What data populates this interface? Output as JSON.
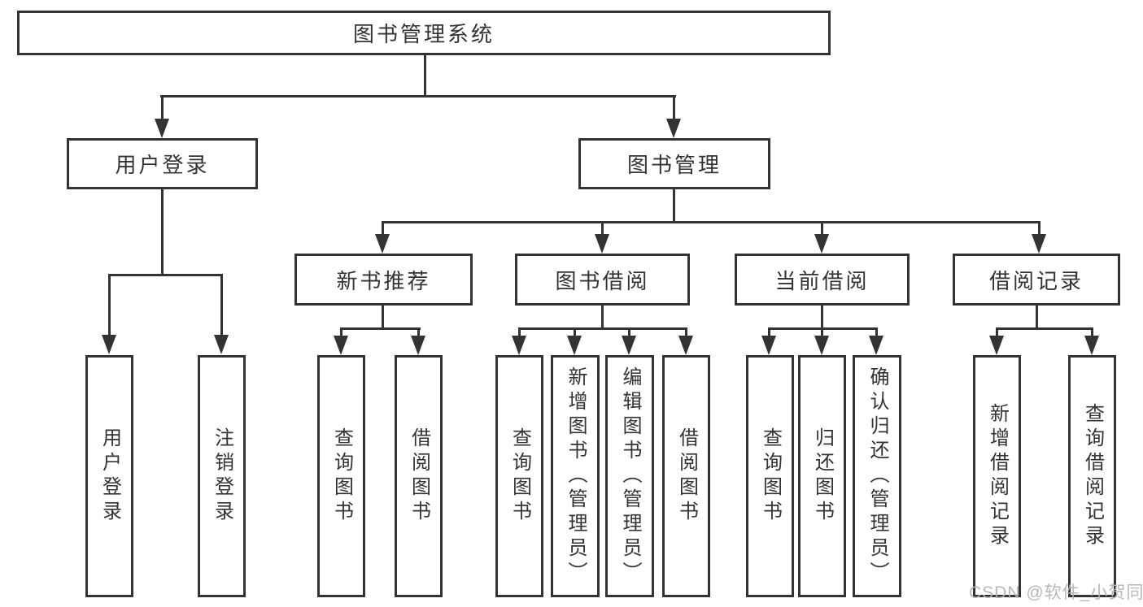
{
  "diagram": {
    "type": "tree",
    "root": {
      "label": "图书管理系统",
      "children": [
        {
          "label": "用户登录",
          "children": [
            {
              "label": "用户登录"
            },
            {
              "label": "注销登录"
            }
          ]
        },
        {
          "label": "图书管理",
          "children": [
            {
              "label": "新书推荐",
              "children": [
                {
                  "label": "查询图书"
                },
                {
                  "label": "借阅图书"
                }
              ]
            },
            {
              "label": "图书借阅",
              "children": [
                {
                  "label": "查询图书"
                },
                {
                  "label": "新增图书（管理员）"
                },
                {
                  "label": "编辑图书（管理员）"
                },
                {
                  "label": "借阅图书"
                }
              ]
            },
            {
              "label": "当前借阅",
              "children": [
                {
                  "label": "查询图书"
                },
                {
                  "label": "归还图书"
                },
                {
                  "label": "确认归还（管理员）"
                }
              ]
            },
            {
              "label": "借阅记录",
              "children": [
                {
                  "label": "新增借阅记录"
                },
                {
                  "label": "查询借阅记录"
                }
              ]
            }
          ]
        }
      ]
    }
  },
  "watermark": {
    "text": "CSDN @软件_小贺同学"
  },
  "colors": {
    "line": "#333333",
    "box_border": "#333333",
    "box_background": "#ffffff",
    "page_background": "#ffffff",
    "text": "#333333",
    "watermark": "#b3b3b3"
  }
}
